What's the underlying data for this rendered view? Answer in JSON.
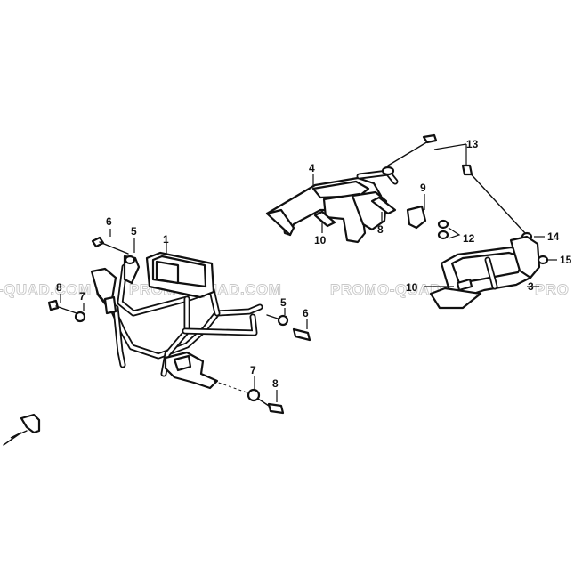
{
  "watermark": {
    "text_left": "-QUAD.COM",
    "text_mid1": "PROMO-QUAD.COM",
    "text_mid2": "PROMO-QUAD.COM",
    "text_right": "PRO"
  },
  "callouts": {
    "c1": "1",
    "c3": "3",
    "c4": "4",
    "c5a": "5",
    "c5b": "5",
    "c6a": "6",
    "c6b": "6",
    "c7a": "7",
    "c7b": "7",
    "c8a": "8",
    "c8b": "8",
    "c8c": "8",
    "c9": "9",
    "c10a": "10",
    "c10b": "10",
    "c12": "12",
    "c13": "13",
    "c14": "14",
    "c15": "15"
  },
  "colors": {
    "ink": "#111111",
    "watermark": "#c8c8c8",
    "background": "#ffffff"
  }
}
